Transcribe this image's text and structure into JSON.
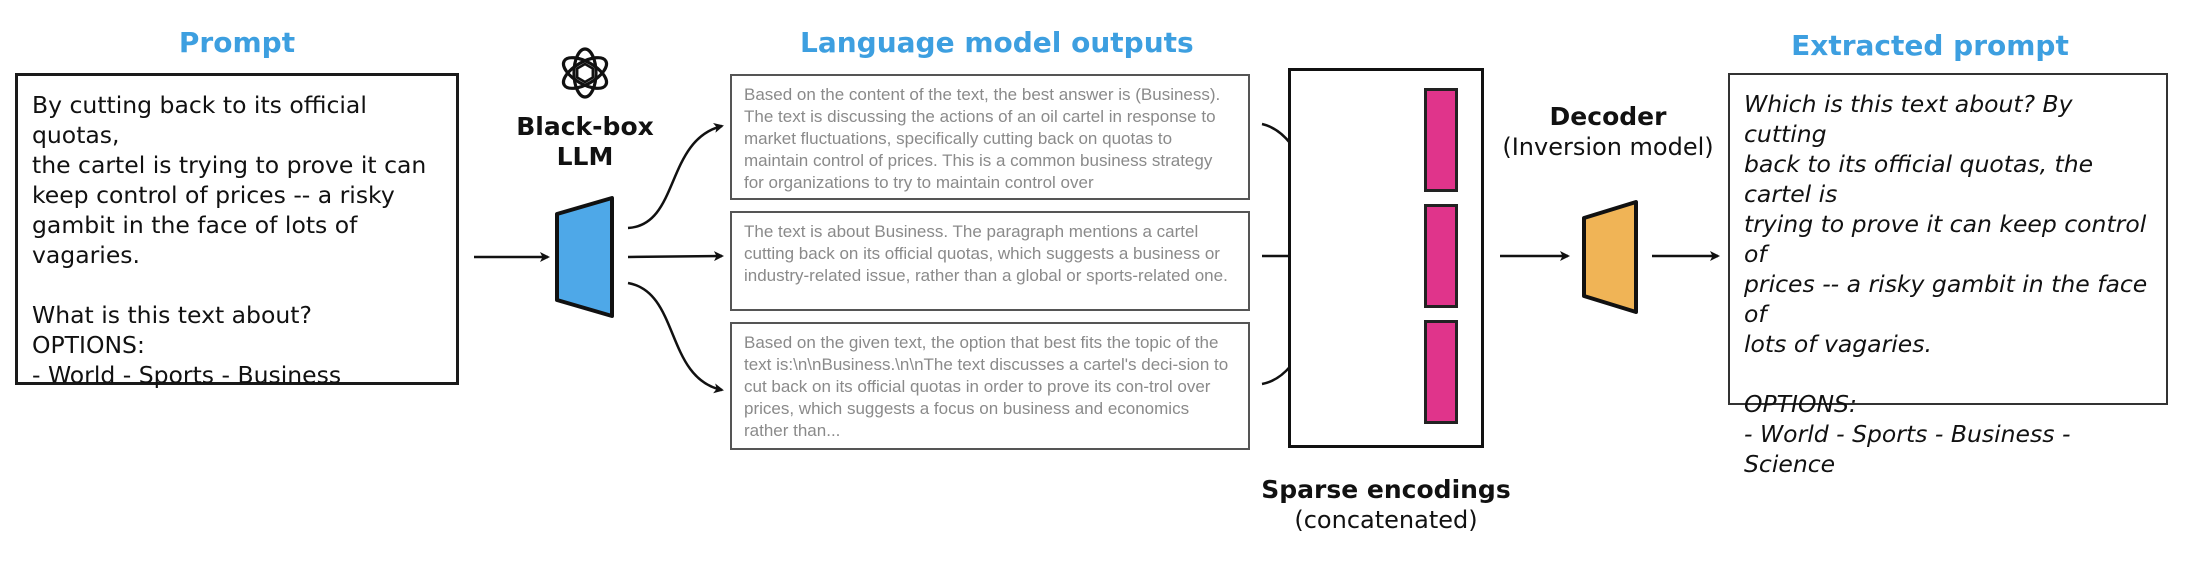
{
  "headings": {
    "prompt": "Prompt",
    "outputs": "Language model outputs",
    "extracted": "Extracted prompt"
  },
  "prompt_text": "By cutting back to its official quotas,\nthe cartel is trying to prove it can\nkeep control of prices -- a risky\ngambit in the face of lots of\nvagaries.\n\nWhat is this text about?\nOPTIONS:\n- World - Sports - Business",
  "llm": {
    "line1": "Black-box",
    "line2": "LLM",
    "logo": "openai-logo-icon",
    "color": "#4ea8e8"
  },
  "outputs": [
    "Based on the content of the text, the best answer is (Business). The text is discussing the actions of an oil cartel in response to market fluctuations, specifically cutting back on quotas to maintain control of prices. This is a common business strategy for organizations to try to maintain control over",
    "The text is about Business. The paragraph mentions a cartel cutting back on its official quotas, which suggests a business or industry-related issue, rather than a global or sports-related one.",
    "Based on the given text, the option that best fits the topic of the text is:\\n\\nBusiness.\\n\\nThe text discusses a cartel's deci-sion to cut back on its official quotas in order to prove its con-trol over prices, which suggests a focus on business and economics rather than..."
  ],
  "encoder": {
    "color": "#5bb67a"
  },
  "sparse": {
    "title": "Sparse encodings",
    "subtitle": "(concatenated)",
    "bar_color": "#e0348b"
  },
  "decoder": {
    "title": "Decoder",
    "subtitle": "(Inversion model)",
    "color": "#f0b456"
  },
  "extracted_text": "Which is this text about? By cutting\nback to its official quotas, the cartel is\ntrying to prove it can keep control of\nprices -- a risky gambit in the face of\nlots of vagaries.\n\nOPTIONS:\n- World - Sports - Business - Science"
}
